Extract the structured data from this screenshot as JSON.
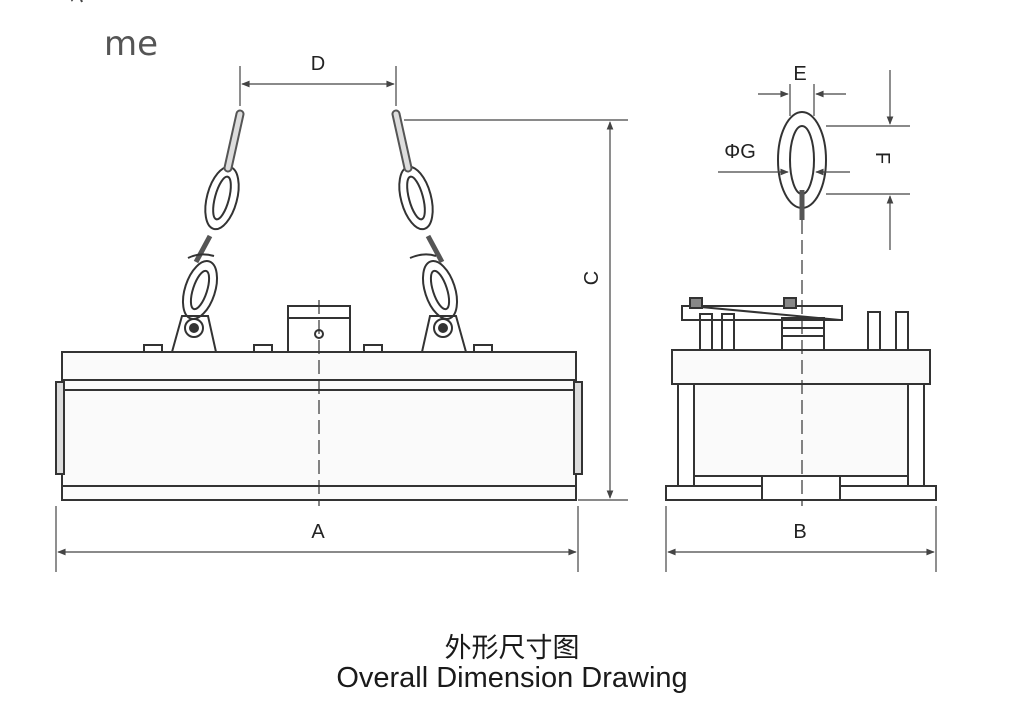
{
  "corner_text": "me",
  "labels": {
    "a": "A",
    "b": "B",
    "c": "C",
    "d": "D",
    "e": "E",
    "f": "F",
    "g": "ΦG"
  },
  "caption": {
    "chinese": "外形尺寸图",
    "english": "Overall Dimension Drawing"
  }
}
